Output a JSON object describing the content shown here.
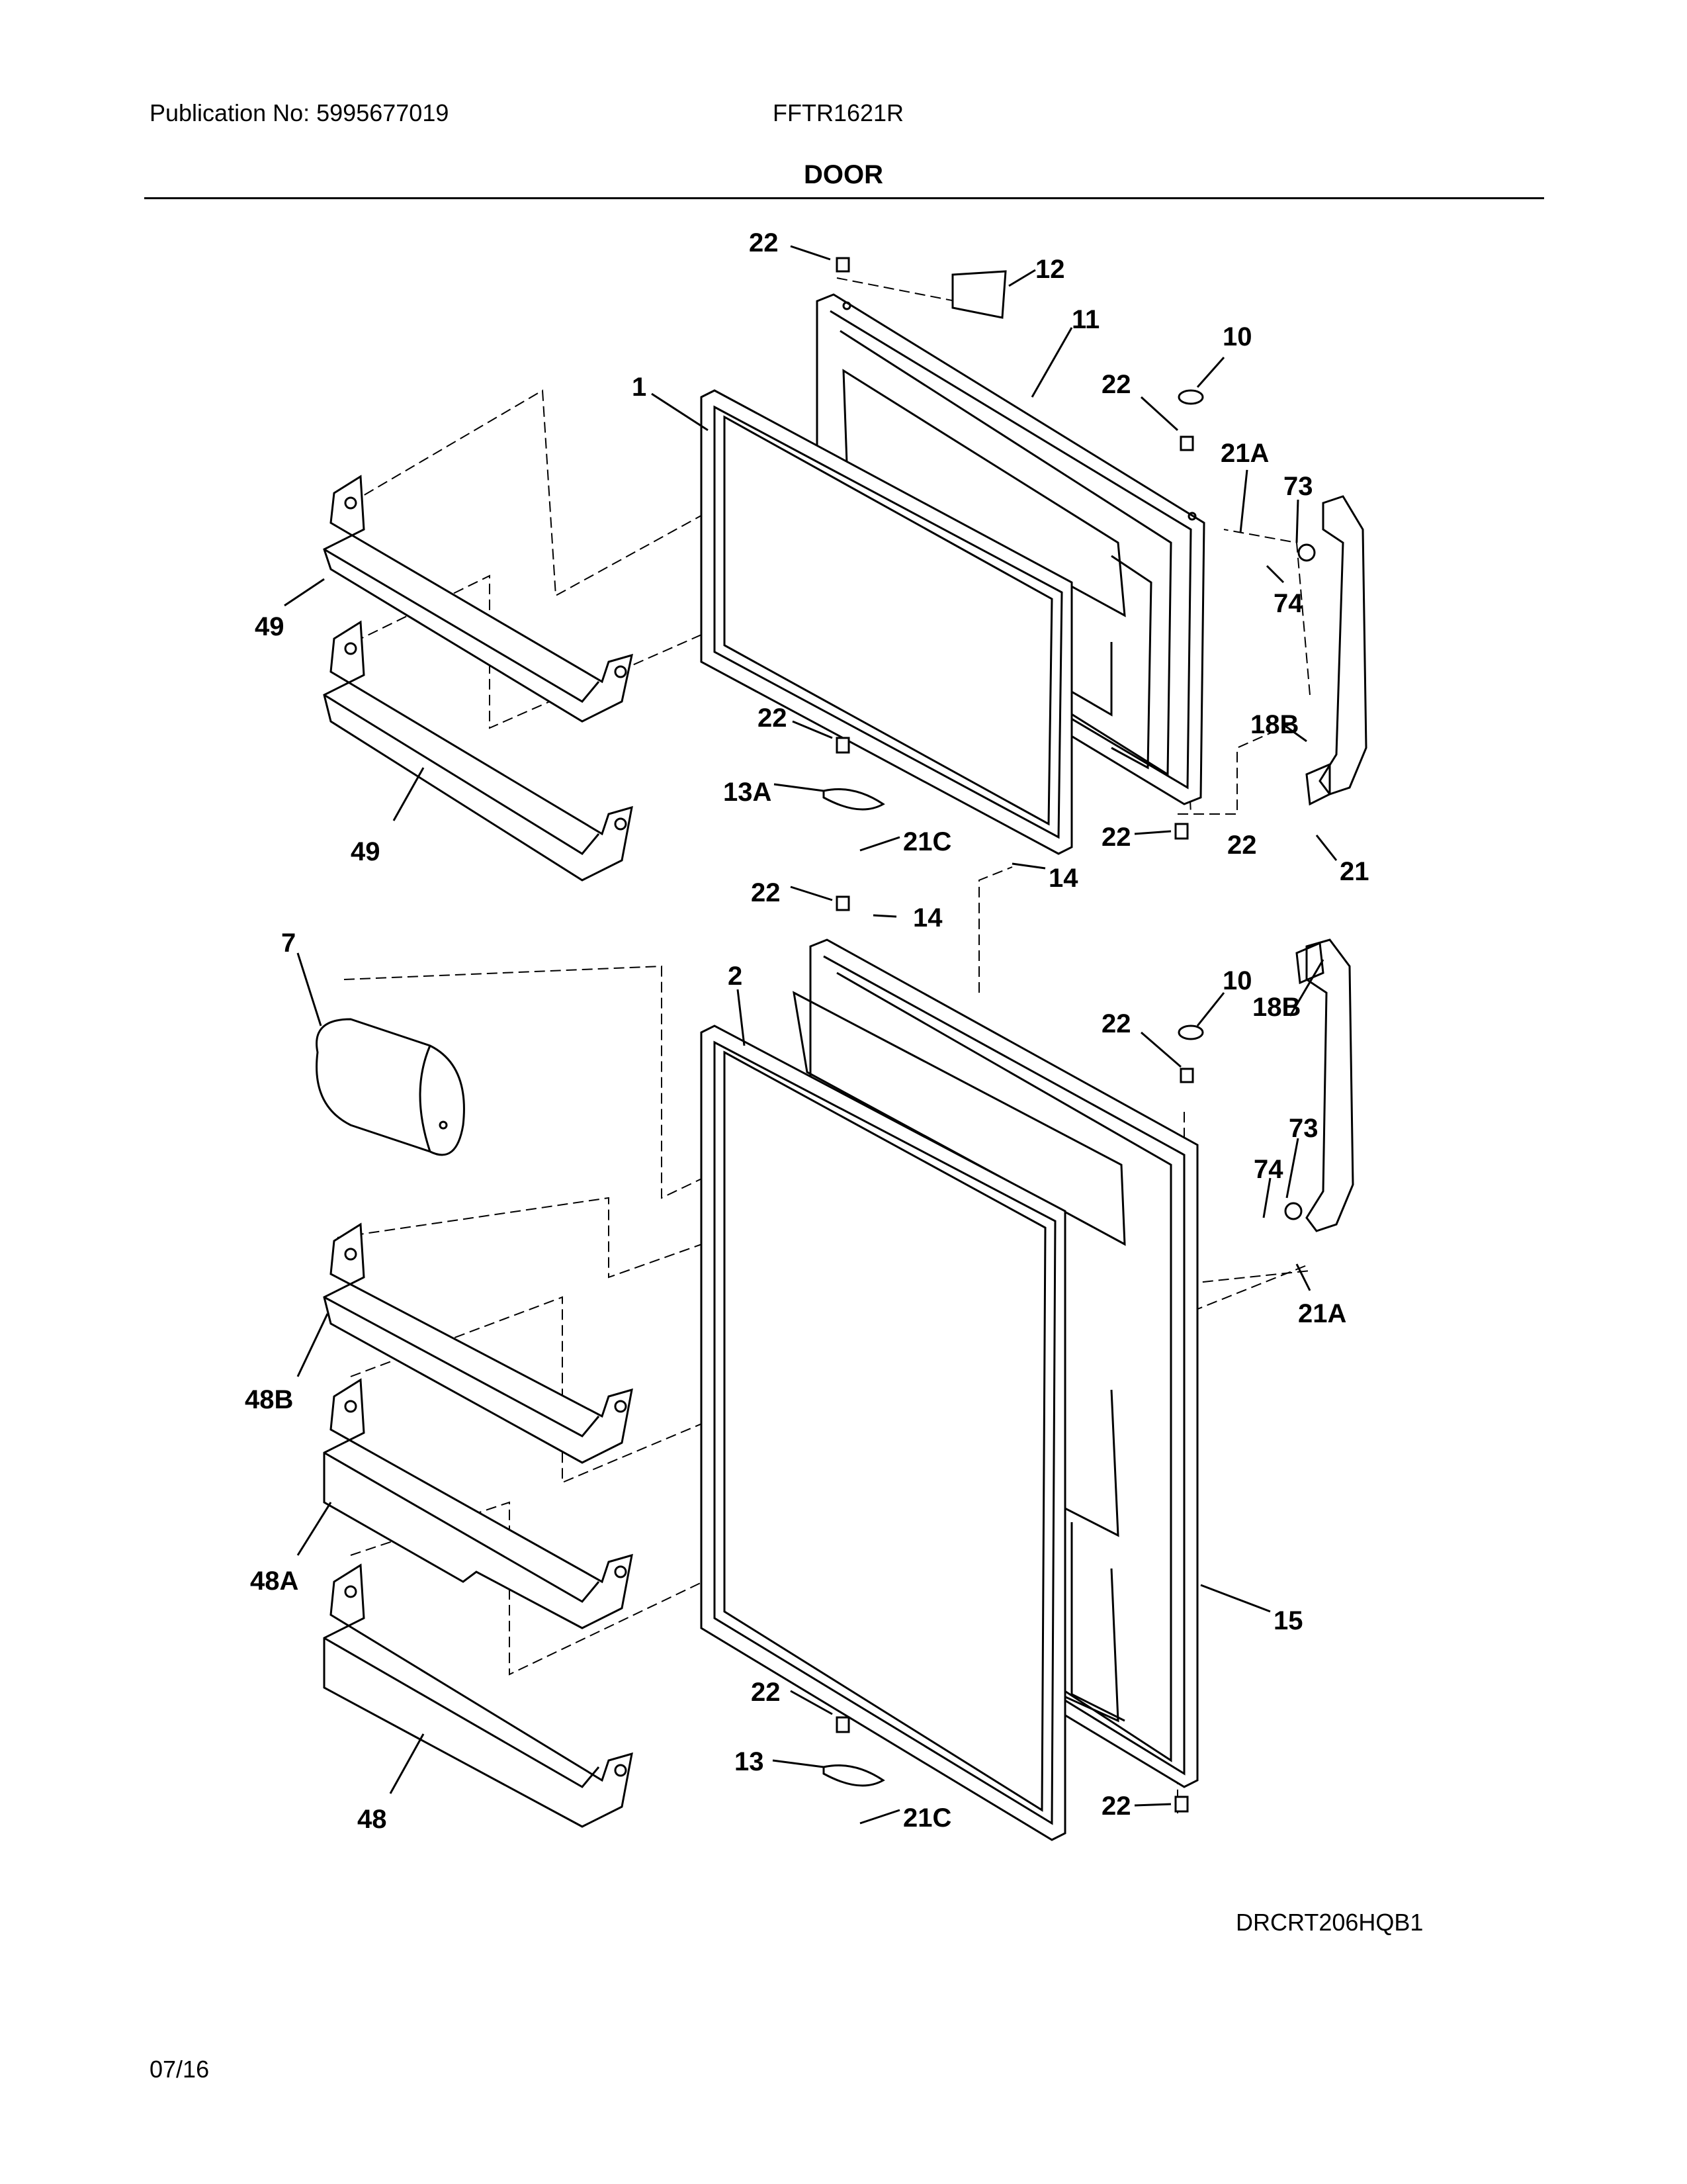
{
  "header": {
    "publication": "Publication No: 5995677019",
    "model": "FFTR1621R",
    "section_title": "DOOR"
  },
  "footer": {
    "diagram_code": "DRCRT206HQB1",
    "date": "07/16"
  },
  "callouts": {
    "c22_top": "22",
    "c12": "12",
    "c11": "11",
    "c10_top": "10",
    "c22_hinge_top": "22",
    "c1": "1",
    "c21A_top": "21A",
    "c73_top": "73",
    "c74_top": "74",
    "c49_a": "49",
    "c49_b": "49",
    "c22_mid_left": "22",
    "c18B_top": "18B",
    "c13A": "13A",
    "c21C_top": "21C",
    "c22_mid_right": "22",
    "c22_mid_right2": "22",
    "c21": "21",
    "c14_a": "14",
    "c22_low_top": "22",
    "c14_b": "14",
    "c7": "7",
    "c2": "2",
    "c10_low": "10",
    "c18B_low": "18B",
    "c22_low_hinge": "22",
    "c73_low": "73",
    "c74_low": "74",
    "c21A_low": "21A",
    "c48B": "48B",
    "c48A": "48A",
    "c15": "15",
    "c22_bottom_left": "22",
    "c13": "13",
    "c21C_low": "21C",
    "c48": "48",
    "c22_bottom_right": "22"
  }
}
